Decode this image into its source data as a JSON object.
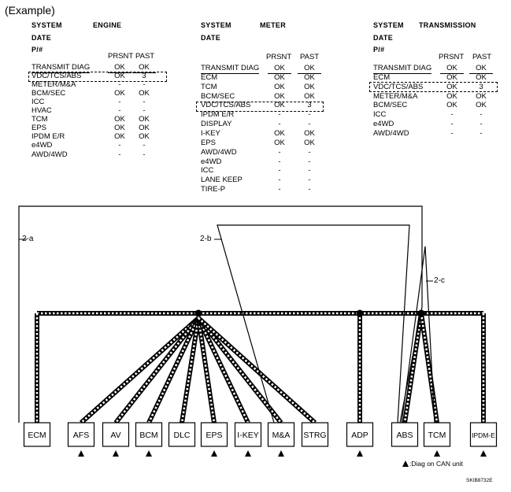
{
  "example_label": "(Example)",
  "labels": {
    "system": "SYSTEM",
    "date": "DATE",
    "pnum": "P/#",
    "prsnt": "PRSNT",
    "past": "PAST"
  },
  "panels": [
    {
      "name": "ENGINE",
      "rows": [
        {
          "label": "TRANSMIT DIAG",
          "prsnt": "OK",
          "past": "OK"
        },
        {
          "label": "VDC/TCS/ABS",
          "prsnt": "OK",
          "past": "3"
        },
        {
          "label": "METER/M&A",
          "prsnt": "-",
          "past": "-"
        },
        {
          "label": "BCM/SEC",
          "prsnt": "OK",
          "past": "OK"
        },
        {
          "label": "ICC",
          "prsnt": "-",
          "past": "-"
        },
        {
          "label": "HVAC",
          "prsnt": "-",
          "past": "-"
        },
        {
          "label": "TCM",
          "prsnt": "OK",
          "past": "OK"
        },
        {
          "label": "EPS",
          "prsnt": "OK",
          "past": "OK"
        },
        {
          "label": "IPDM E/R",
          "prsnt": "OK",
          "past": "OK"
        },
        {
          "label": "e4WD",
          "prsnt": "-",
          "past": "-"
        },
        {
          "label": "AWD/4WD",
          "prsnt": "-",
          "past": "-"
        }
      ]
    },
    {
      "name": "METER",
      "rows": [
        {
          "label": "TRANSMIT DIAG",
          "prsnt": "OK",
          "past": "OK"
        },
        {
          "label": "ECM",
          "prsnt": "OK",
          "past": "OK"
        },
        {
          "label": "TCM",
          "prsnt": "OK",
          "past": "OK"
        },
        {
          "label": "BCM/SEC",
          "prsnt": "OK",
          "past": "OK"
        },
        {
          "label": "VDC/TCS/ABS",
          "prsnt": "OK",
          "past": "3"
        },
        {
          "label": "IPDM E/R",
          "prsnt": "-",
          "past": "-"
        },
        {
          "label": "DISPLAY",
          "prsnt": "-",
          "past": "-"
        },
        {
          "label": "I-KEY",
          "prsnt": "OK",
          "past": "OK"
        },
        {
          "label": "EPS",
          "prsnt": "OK",
          "past": "OK"
        },
        {
          "label": "AWD/4WD",
          "prsnt": "-",
          "past": "-"
        },
        {
          "label": "e4WD",
          "prsnt": "-",
          "past": "-"
        },
        {
          "label": "ICC",
          "prsnt": "-",
          "past": "-"
        },
        {
          "label": "LANE KEEP",
          "prsnt": "-",
          "past": "-"
        },
        {
          "label": "TIRE-P",
          "prsnt": "-",
          "past": "-"
        }
      ]
    },
    {
      "name": "TRANSMISSION",
      "rows": [
        {
          "label": "TRANSMIT DIAG",
          "prsnt": "OK",
          "past": "OK"
        },
        {
          "label": "ECM",
          "prsnt": "OK",
          "past": "OK"
        },
        {
          "label": "VDC/TCS/ABS",
          "prsnt": "OK",
          "past": "3"
        },
        {
          "label": "METER/M&A",
          "prsnt": "OK",
          "past": "OK"
        },
        {
          "label": "BCM/SEC",
          "prsnt": "OK",
          "past": "OK"
        },
        {
          "label": "ICC",
          "prsnt": "-",
          "past": "-"
        },
        {
          "label": "e4WD",
          "prsnt": "-",
          "past": "-"
        },
        {
          "label": "AWD/4WD",
          "prsnt": "-",
          "past": "-"
        }
      ]
    }
  ],
  "path_labels": [
    "2-a",
    "2-b",
    "2-c"
  ],
  "units": [
    "ECM",
    "AFS",
    "AV",
    "BCM",
    "DLC",
    "EPS",
    "I-KEY",
    "M&A",
    "STRG",
    "ADP",
    "ABS",
    "TCM",
    "IPDM-E"
  ],
  "diag_units": [
    "AFS",
    "AV",
    "BCM",
    "EPS",
    "I-KEY",
    "M&A",
    "ADP",
    "TCM",
    "IPDM-E"
  ],
  "legend": ":Diag on CAN unit",
  "figure_code": "SKIB8732E"
}
